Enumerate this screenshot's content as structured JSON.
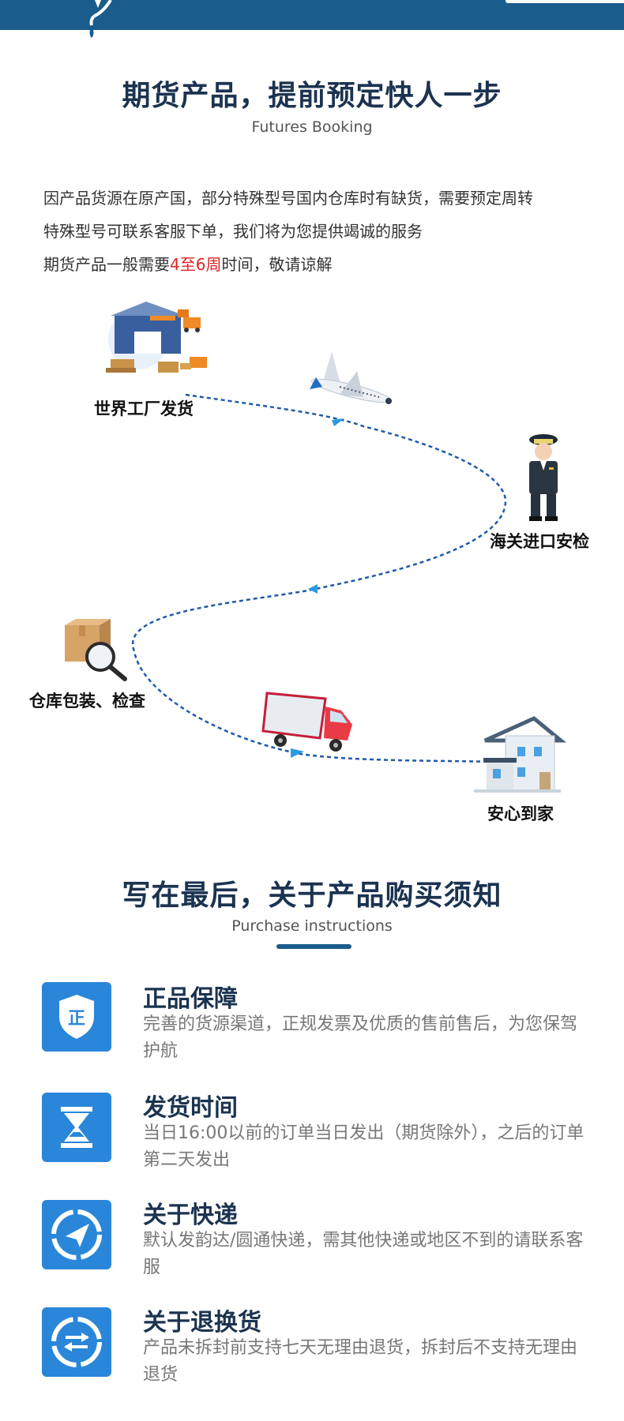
{
  "section1": {
    "title": "期货产品，提前预定快人一步",
    "subtitle": "Futures Booking",
    "intro": {
      "line1": "因产品货源在原产国，部分特殊型号国内仓库时有缺货，需要预定周转",
      "line2": "特殊型号可联系客服下单，我们将为您提供竭诚的服务",
      "line3_prefix": "期货产品一般需要",
      "line3_highlight": "4至6周",
      "line3_suffix": "时间，敬请谅解"
    },
    "steps": [
      {
        "label": "世界工厂发货"
      },
      {
        "label": "海关进口安检"
      },
      {
        "label": "仓库包装、检查"
      },
      {
        "label": "安心到家"
      }
    ]
  },
  "section2": {
    "title": "写在最后，关于产品购买须知",
    "subtitle": "Purchase instructions",
    "items": [
      {
        "icon": "shield-icon",
        "icon_text": "正",
        "title": "正品保障",
        "desc": "完善的货源渠道，正规发票及优质的售前售后，为您保驾护航"
      },
      {
        "icon": "hourglass-icon",
        "title": "发货时间",
        "desc": "当日16:00以前的订单当日发出（期货除外），之后的订单第二天发出"
      },
      {
        "icon": "paper-plane-icon",
        "title": "关于快递",
        "desc": "默认发韵达/圆通快递，需其他快递或地区不到的请联系客服"
      },
      {
        "icon": "exchange-icon",
        "title": "关于退换货",
        "desc": "产品未拆封前支持七天无理由退货，拆封后不支持无理由退货"
      }
    ]
  },
  "colors": {
    "primary": "#1a5c8c",
    "accent_blue": "#2a86d8",
    "highlight_red": "#e02424"
  }
}
